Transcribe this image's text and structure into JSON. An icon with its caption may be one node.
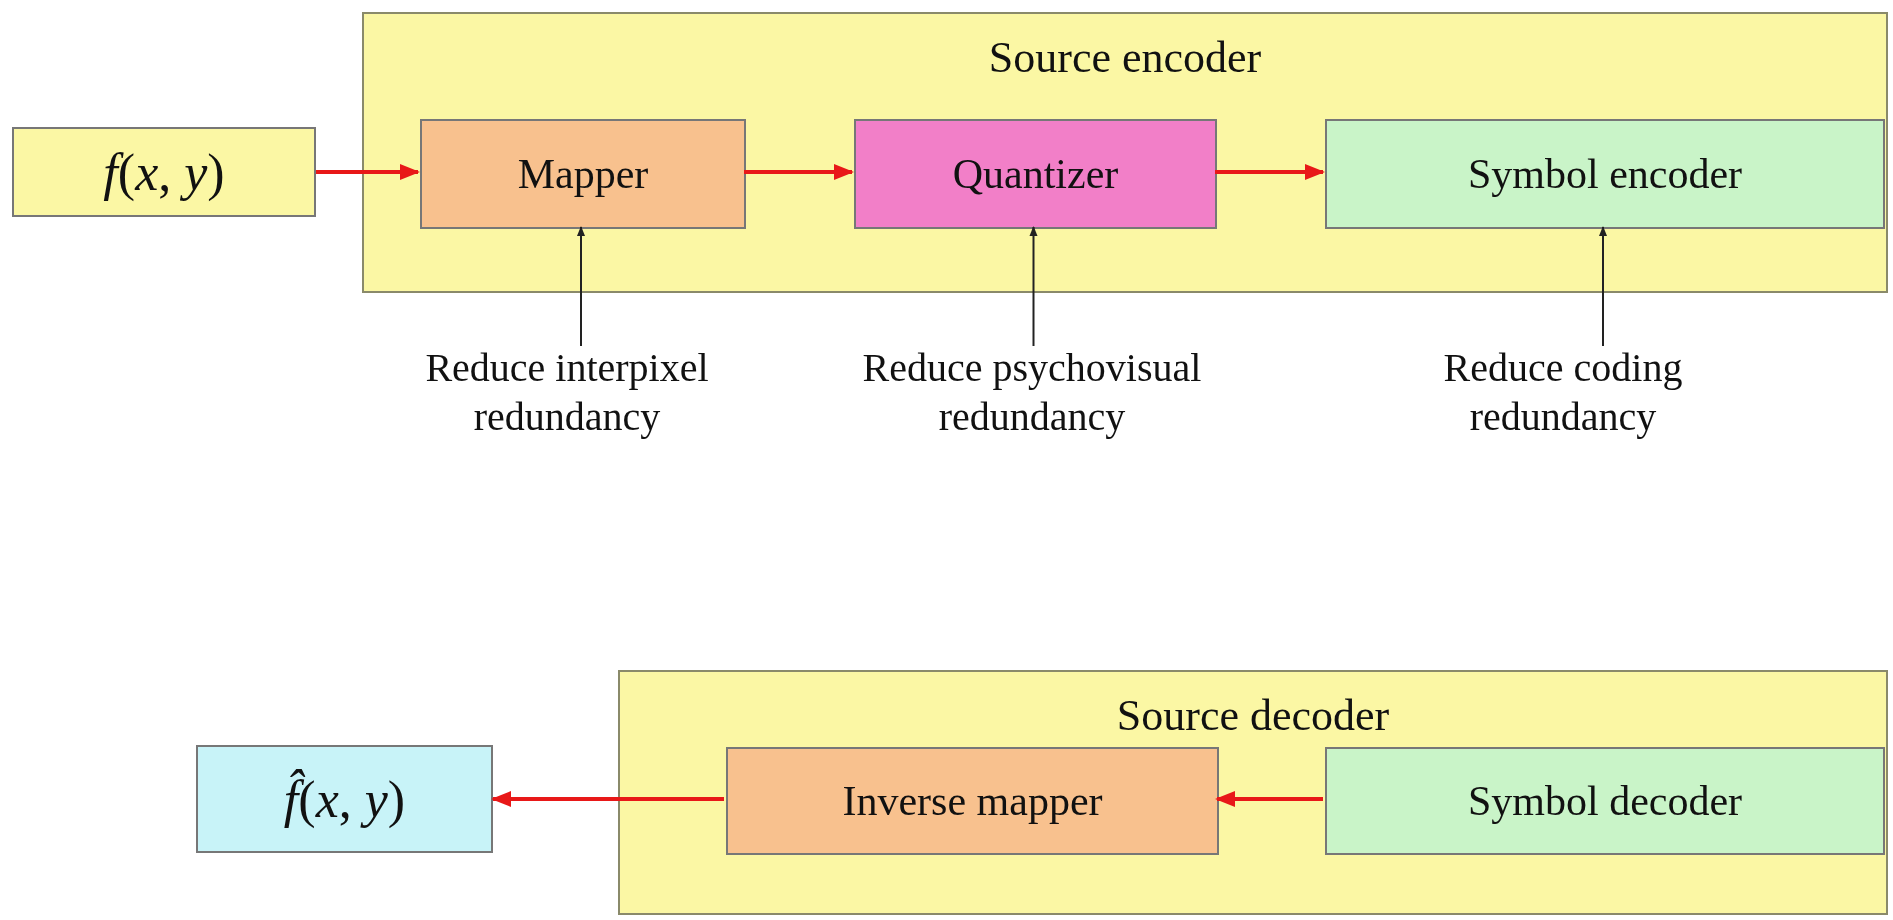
{
  "diagram": {
    "nodes": [
      {
        "text": [
          "Source encoder"
        ]
      },
      {
        "text": [
          "*f*(*x*, *y*)"
        ]
      },
      {
        "text": [
          "Mapper"
        ],
        "in": 0
      },
      {
        "text": [
          "Quantizer"
        ],
        "in": 0
      },
      {
        "text": [
          "Symbol encoder"
        ],
        "in": 0
      },
      {
        "text": [
          "Reduce interpixel redundancy"
        ]
      },
      {
        "text": [
          "Reduce psychovisual redundancy"
        ]
      },
      {
        "text": [
          "Reduce coding redundancy"
        ]
      },
      {
        "text": [
          "Source decoder"
        ]
      },
      {
        "text": [
          "*f̂*(*x*, *y*)"
        ]
      },
      {
        "text": [
          "Inverse mapper"
        ],
        "in": 8
      },
      {
        "text": [
          "Symbol decoder"
        ],
        "in": 8
      }
    ],
    "edges": [
      {
        "from": 1,
        "to": 2,
        "arrow": "to"
      },
      {
        "from": 2,
        "to": 3,
        "arrow": "to"
      },
      {
        "from": 3,
        "to": 4,
        "arrow": "to"
      },
      {
        "from": 5,
        "to": 2,
        "arrow": "to",
        "color": "#222222"
      },
      {
        "from": 6,
        "to": 3,
        "arrow": "to",
        "color": "#222222"
      },
      {
        "from": 7,
        "to": 4,
        "arrow": "to",
        "color": "#222222"
      },
      {
        "from": 11,
        "to": 10,
        "arrow": "to"
      },
      {
        "from": 10,
        "to": 9,
        "arrow": "to"
      }
    ]
  }
}
